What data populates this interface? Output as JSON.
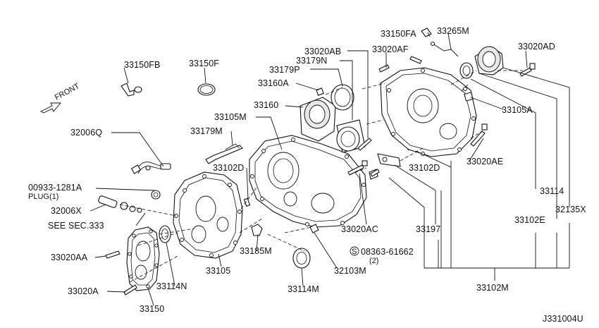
{
  "figure_id": "J331004U",
  "orientation": {
    "label": "FRONT"
  },
  "labels": {
    "p33150FB": "33150FB",
    "p33150F": "33150F",
    "p33150FA": "33150FA",
    "p33265M": "33265M",
    "p33020AD": "33020AD",
    "p33020AB": "33020AB",
    "p33020AF": "33020AF",
    "p33179N": "33179N",
    "p33179P": "33179P",
    "p33160A": "33160A",
    "p33160": "33160",
    "p33105M": "33105M",
    "p33179M": "33179M",
    "p32006Q": "32006Q",
    "p33102D_left": "33102D",
    "p00933": "00933-1281A",
    "plug": "PLUG(1)",
    "p32006X": "32006X",
    "see_sec": "SEE SEC.333",
    "p33020AA": "33020AA",
    "p33020A": "33020A",
    "p33150": "33150",
    "p33114N": "33114N",
    "p33105": "33105",
    "p33185M": "33185M",
    "p33114M": "33114M",
    "p32103M": "32103M",
    "p33020AC": "33020AC",
    "p08363": "08363-61662",
    "p08363_symbol": "S",
    "p08363_qty": "(2)",
    "p33197": "33197",
    "p33102D_right": "33102D",
    "p33020AE": "33020AE",
    "p33105A": "33105A",
    "p33114": "33114",
    "p33102E": "33102E",
    "p32135X": "32135X",
    "p33102M": "33102M"
  }
}
